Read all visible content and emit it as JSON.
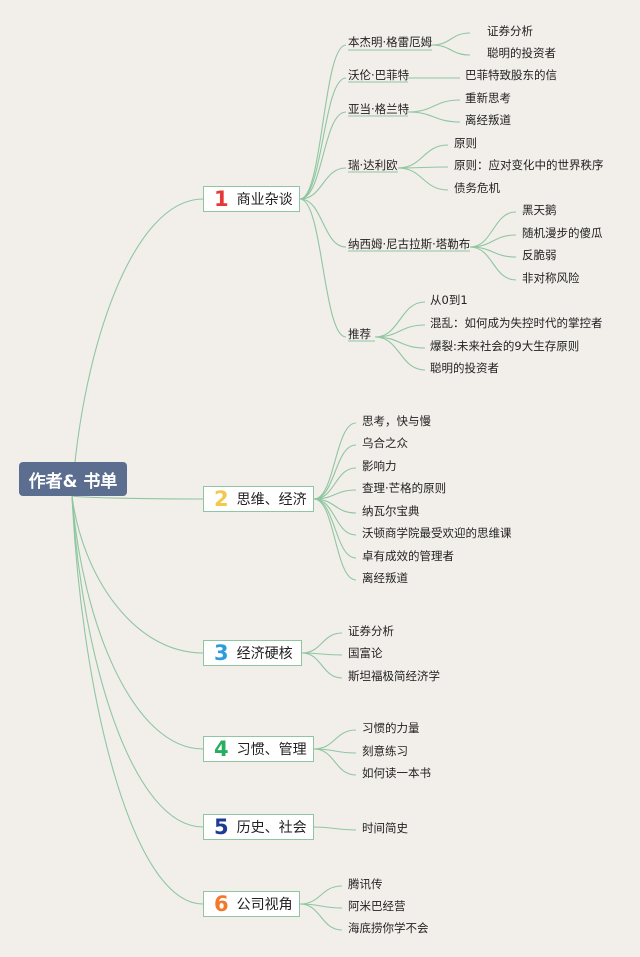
{
  "root": {
    "label": "作者& 书单"
  },
  "colors": {
    "link": "#8fc6a1",
    "root_bg": "#5b6e8f",
    "num1": "#e53935",
    "num2": "#f2c94c",
    "num3": "#2d9cdb",
    "num4": "#27ae60",
    "num5": "#1f3a93",
    "num6": "#f2792b"
  },
  "categories": [
    {
      "num": "1",
      "label": "商业杂谈"
    },
    {
      "num": "2",
      "label": "思维、经济"
    },
    {
      "num": "3",
      "label": "经济硬核"
    },
    {
      "num": "4",
      "label": "习惯、管理"
    },
    {
      "num": "5",
      "label": "历史、社会"
    },
    {
      "num": "6",
      "label": "公司视角"
    }
  ],
  "authors": [
    {
      "name": "本杰明·格雷厄姆",
      "books": [
        "证券分析",
        "聪明的投资者"
      ]
    },
    {
      "name": "沃伦·巴菲特",
      "books": [
        "巴菲特致股东的信"
      ]
    },
    {
      "name": "亚当·格兰特",
      "books": [
        "重新思考",
        "离经叛道"
      ]
    },
    {
      "name": "瑞·达利欧",
      "books": [
        "原则",
        "原则：应对变化中的世界秩序",
        "债务危机"
      ]
    },
    {
      "name": "纳西姆·尼古拉斯·塔勒布",
      "books": [
        "黑天鹅",
        "随机漫步的傻瓜",
        "反脆弱",
        "非对称风险"
      ]
    },
    {
      "name": "推荐",
      "books": [
        "从0到1",
        "混乱：如何成为失控时代的掌控者",
        "爆裂:未来社会的9大生存原则",
        "聪明的投资者"
      ]
    }
  ],
  "cat2_books": [
    "思考，快与慢",
    "乌合之众",
    "影响力",
    "查理·芒格的原则",
    "纳瓦尔宝典",
    "沃顿商学院最受欢迎的思维课",
    "卓有成效的管理者",
    "离经叛道"
  ],
  "cat3_books": [
    "证券分析",
    "国富论",
    "斯坦福极简经济学"
  ],
  "cat4_books": [
    "习惯的力量",
    "刻意练习",
    "如何读一本书"
  ],
  "cat5_books": [
    "时间简史"
  ],
  "cat6_books": [
    "腾讯传",
    "阿米巴经营",
    "海底捞你学不会"
  ]
}
